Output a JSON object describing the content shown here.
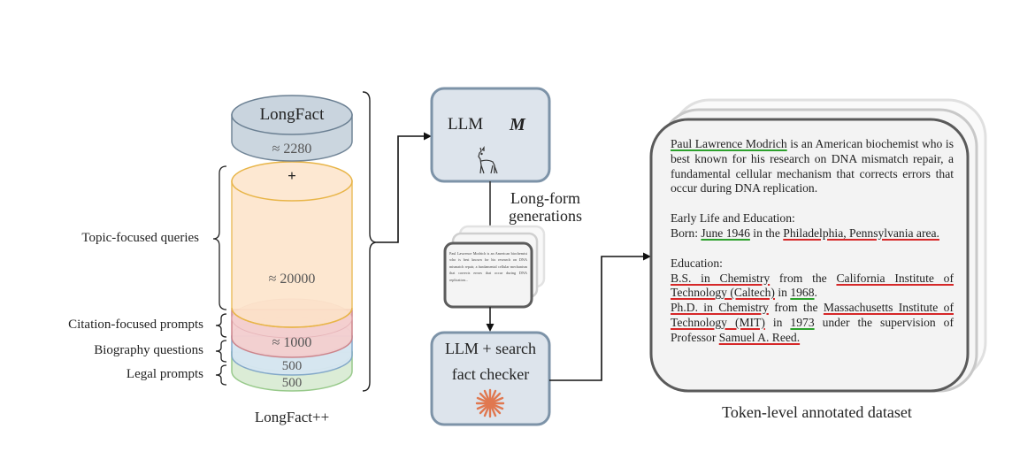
{
  "dataset": {
    "top_label": "LongFact",
    "top_count": "≈ 2280",
    "plus": "+",
    "topic_count": "≈ 20000",
    "citation_count": "≈ 1000",
    "bio_count": "500",
    "legal_count": "500",
    "caption": "LongFact++",
    "colors": {
      "longfact": "#c9d4de",
      "topic": "#fde3c8",
      "citation": "#f4cfcf",
      "biography": "#d6e6f2",
      "legal": "#d8ebd2"
    }
  },
  "brace_labels": {
    "topic": "Topic-focused queries",
    "citation": "Citation-focused prompts",
    "biography": "Biography questions",
    "legal": "Legal prompts"
  },
  "llm_box": {
    "label": "LLM",
    "symbol": "M",
    "icon": "llama-icon"
  },
  "generations_label": [
    "Long-form",
    "generations"
  ],
  "mini_doc": "Paul Lawrence Modrich is an American biochemist who is best known for his research on DNA mismatch repair, a fundamental cellular mechanism that corrects errors that occur during DNA replication...",
  "checker_box": {
    "line1": "LLM + search",
    "line2": "fact checker",
    "icon": "asterisk-burst-icon"
  },
  "annotated_doc": {
    "p1": {
      "s1": "Paul Lawrence Modrich",
      "s2": " is an American biochemist who is best known for his research on DNA mismatch repair, a fundamental cellular mechanism that corrects errors that occur during DNA replication."
    },
    "heading1": "Early Life and Education:",
    "born": {
      "prefix": "Born: ",
      "date": "June 1946",
      "mid": " in the ",
      "place": "Philadelphia, Pennsylvania area."
    },
    "heading2": "Education:",
    "edu1": {
      "degree": "B.S. in Chemistry",
      "mid": " from the ",
      "inst": "California Institute of Technology (Caltech)",
      "in": " in ",
      "year": "1968",
      "end": "."
    },
    "edu2": {
      "degree": "Ph.D. in Chemistry",
      "mid": " from the ",
      "inst": "Massachusetts Institute of Technology (MIT)",
      "in": " in ",
      "year": "1973",
      "end": " under the supervision of Professor ",
      "prof": "Samuel A. Reed."
    },
    "legend_colors": {
      "supported": "#2ca02c",
      "unsupported": "#d62728"
    }
  },
  "annotated_caption": "Token-level annotated dataset"
}
